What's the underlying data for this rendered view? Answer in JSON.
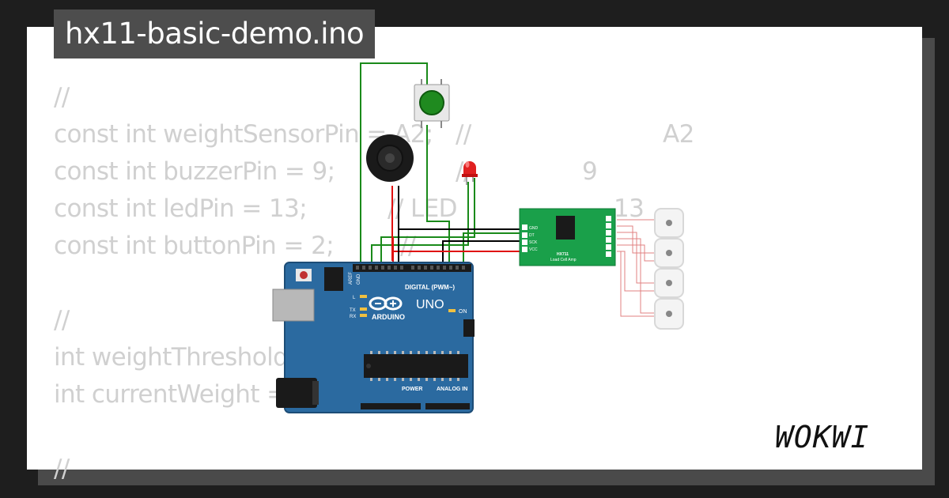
{
  "title": "hx11-basic-demo.ino",
  "code_lines": [
    {
      "code": "//",
      "comment": "",
      "value": ""
    },
    {
      "code": "const int weightSensorPin = A2;",
      "comment": "//",
      "value": "A2"
    },
    {
      "code": "const int buzzerPin = 9;",
      "comment": "//",
      "value": "9"
    },
    {
      "code": "const int ledPin = 13;",
      "comment": "// LED",
      "value": "13"
    },
    {
      "code": "const int buttonPin = 2;",
      "comment": "//",
      "value": ""
    },
    {
      "code": "",
      "comment": "",
      "value": ""
    },
    {
      "code": "//",
      "comment": "",
      "value": ""
    },
    {
      "code": "int weightThreshold",
      "comment": "",
      "value": ""
    },
    {
      "code": "int currentWeight =",
      "comment": "",
      "value": ""
    },
    {
      "code": "",
      "comment": "",
      "value": ""
    },
    {
      "code": "//",
      "comment": "",
      "value": ""
    }
  ],
  "arduino": {
    "brand": "ARDUINO",
    "model": "UNO",
    "digital_label": "DIGITAL (PWM~)",
    "power_label": "POWER",
    "analog_label": "ANALOG IN",
    "on_label": "ON",
    "l_label": "L",
    "tx_label": "TX",
    "rx_label": "RX",
    "aref_label": "AREF",
    "gnd_label": "GND",
    "board_color": "#2b6aa0"
  },
  "hx711": {
    "name": "HX711",
    "subtitle": "Load Cell Amp",
    "pins": [
      "GND",
      "DT",
      "SCK",
      "VCC"
    ],
    "board_color": "#1aa04a"
  },
  "logo": "WOKWI",
  "colors": {
    "wire_green": "#1a8a1a",
    "wire_red": "#e01010",
    "wire_black": "#000000",
    "button_green": "#1f8a1f",
    "led_red": "#e02020"
  }
}
